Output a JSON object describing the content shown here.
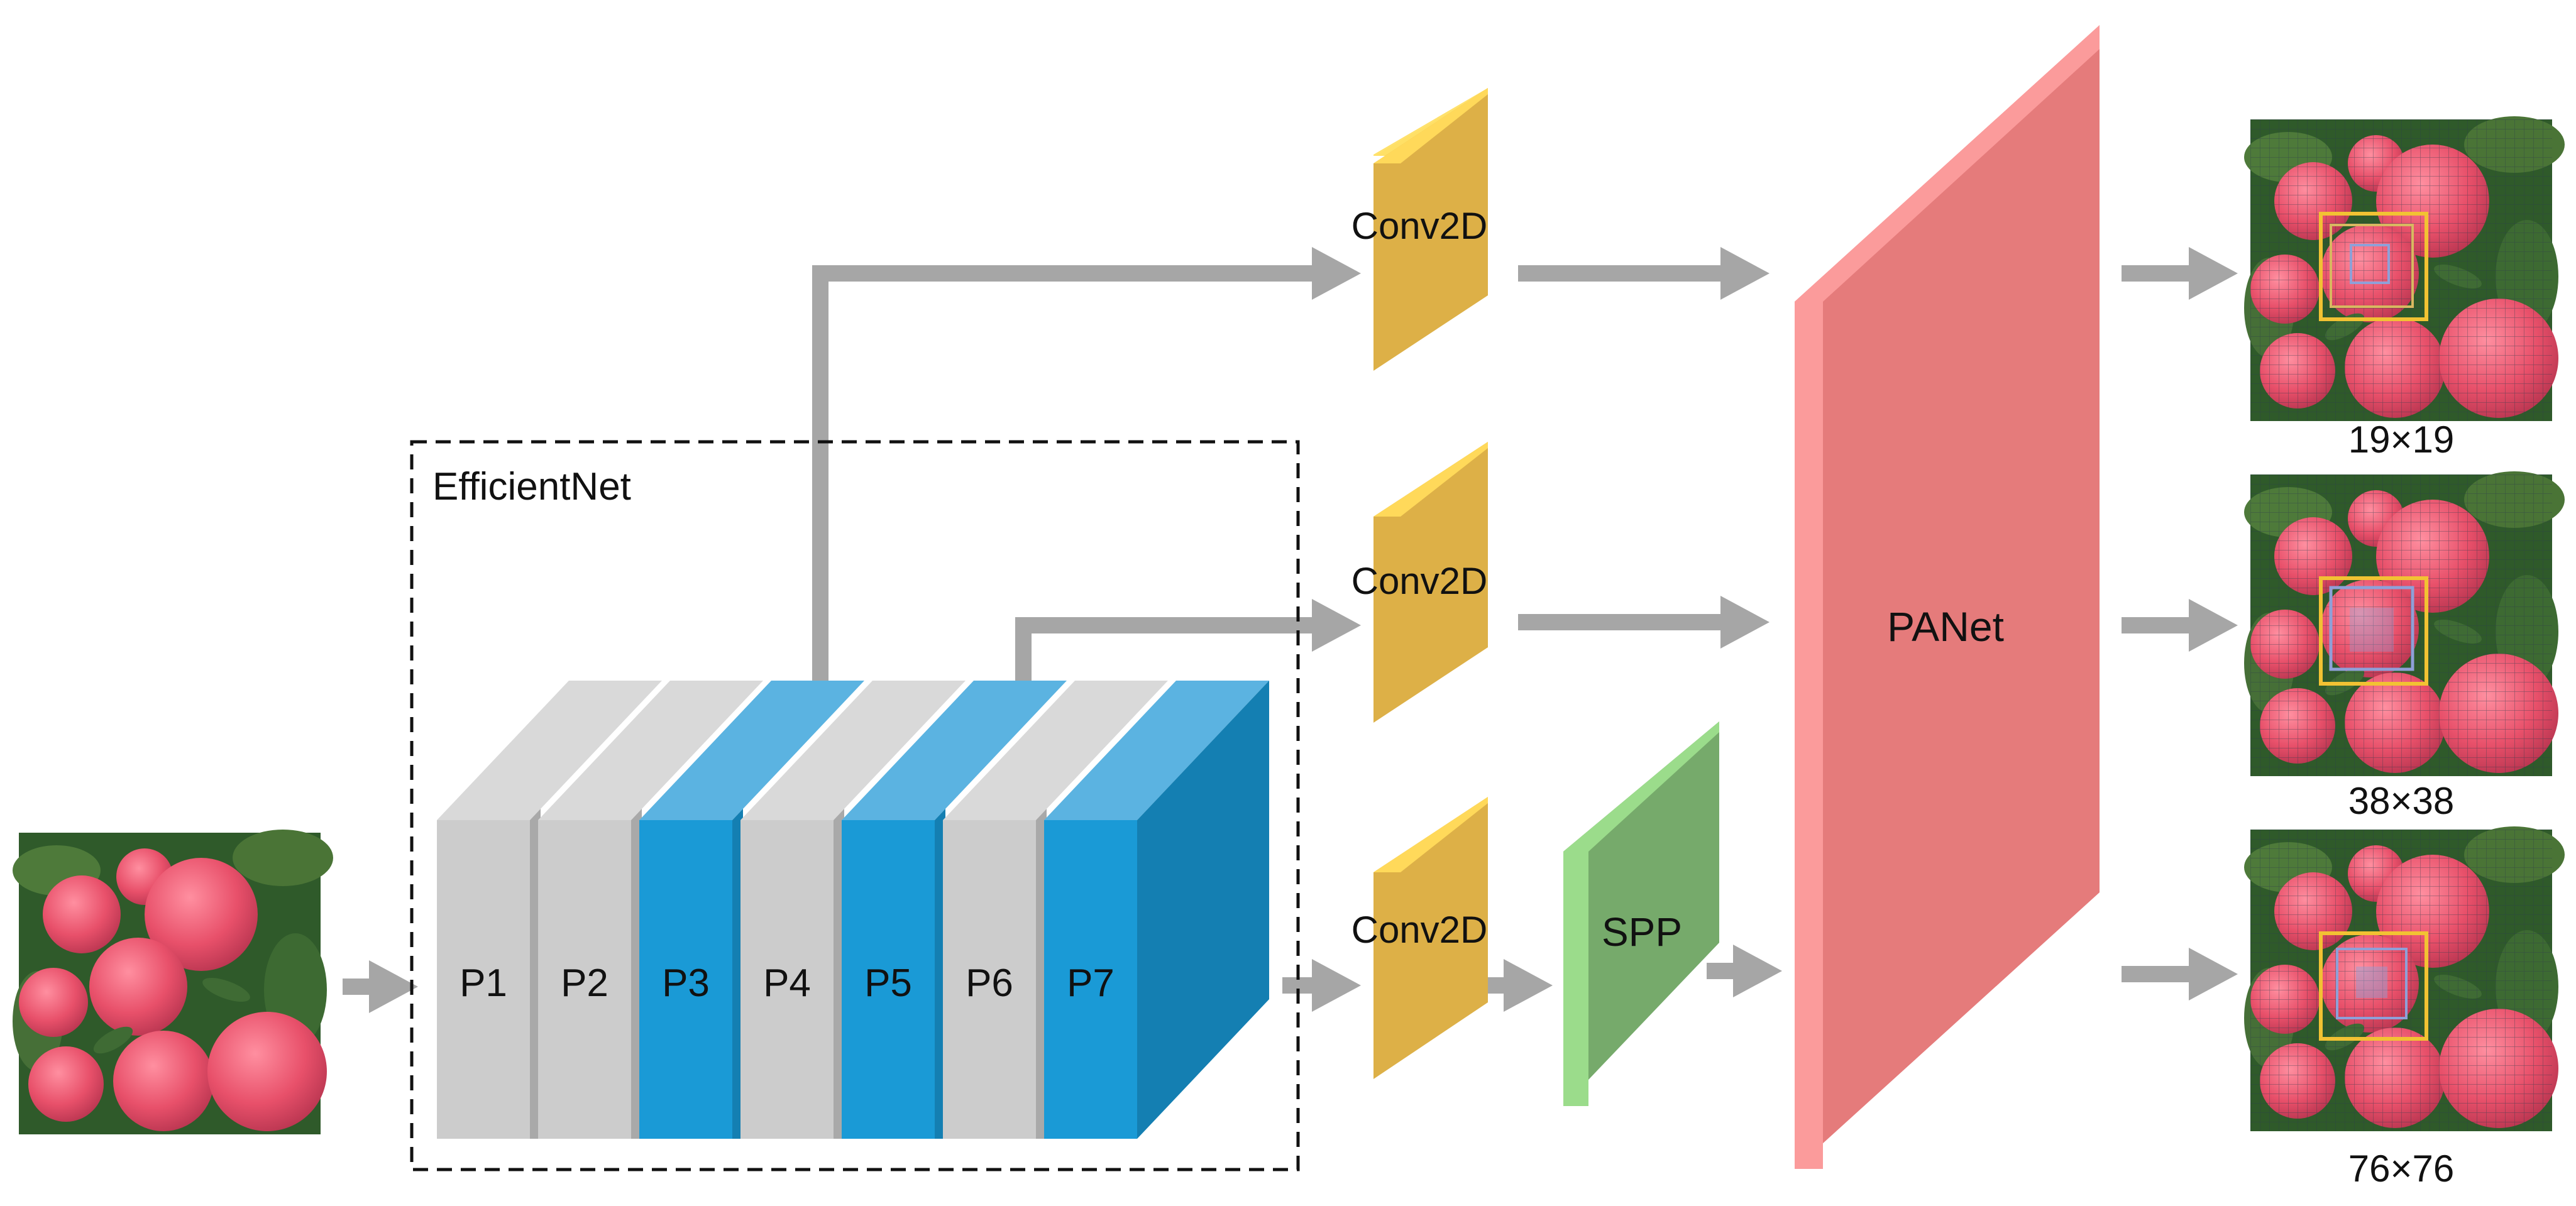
{
  "backbone": {
    "title": "EfficientNet",
    "blocks": [
      {
        "label": "P1",
        "color": "gray"
      },
      {
        "label": "P2",
        "color": "gray"
      },
      {
        "label": "P3",
        "color": "blue"
      },
      {
        "label": "P4",
        "color": "gray"
      },
      {
        "label": "P5",
        "color": "blue"
      },
      {
        "label": "P6",
        "color": "gray"
      },
      {
        "label": "P7",
        "color": "blue"
      }
    ]
  },
  "conv": {
    "top": "Conv2D",
    "middle": "Conv2D",
    "bottom": "Conv2D"
  },
  "spp": {
    "label": "SPP"
  },
  "panet": {
    "label": "PANet"
  },
  "outputs": [
    {
      "label": "19×19"
    },
    {
      "label": "38×38"
    },
    {
      "label": "76×76"
    }
  ],
  "colors": {
    "arrow": "#a6a6a6",
    "gray_front": "#cccccc",
    "gray_top": "#d9d9d9",
    "gray_side": "#a9a9a9",
    "blue_front": "#1a9ad6",
    "blue_top": "#5bb3e1",
    "blue_side": "#147fb2",
    "conv_front": "#ddb047",
    "conv_top": "#ffe066",
    "spp_front": "#76aa6b",
    "spp_top": "#9bdc8b",
    "panet_front": "#e57b7b",
    "panet_top": "#fb9b9b",
    "apple_red": "#e8506a",
    "leaf_green": "#2d5a2a"
  }
}
